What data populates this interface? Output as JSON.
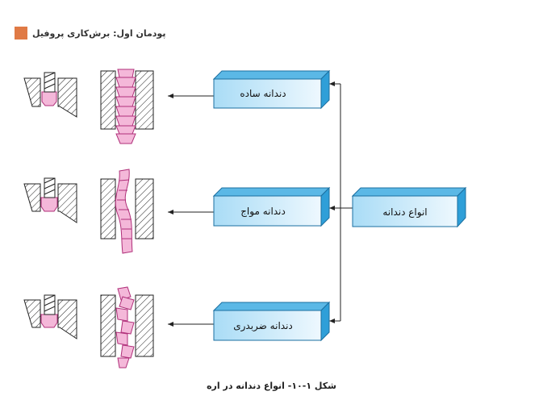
{
  "header": {
    "title": "پودمان اول: برش‌کاری پروفیل"
  },
  "caption": "شکل ۱-۱۰- انواع دندانه در اره",
  "boxes": {
    "main": "انواع دندانه",
    "straight": "دندانه ساده",
    "wavy": "دندانه مواج",
    "alternate": "دندانه ضربدری"
  },
  "colors": {
    "accent": "#e07a45",
    "box_face": "#d4eefb",
    "box_side": "#2f9fd8",
    "tooth_fill": "#f4b8d9",
    "tooth_stroke": "#b0307a"
  }
}
